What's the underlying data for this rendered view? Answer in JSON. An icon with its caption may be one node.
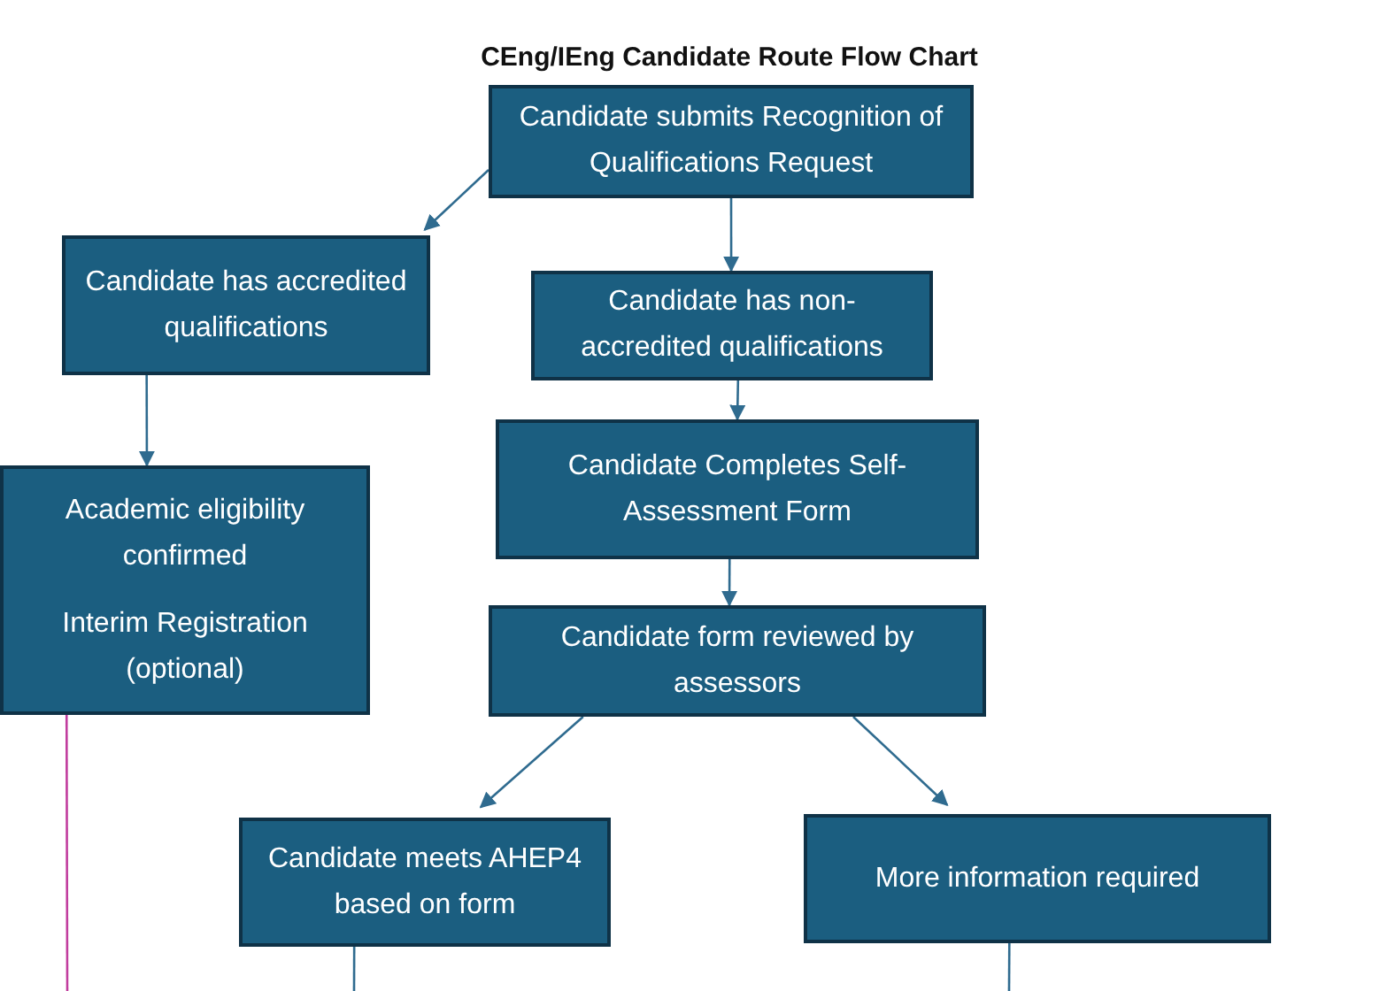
{
  "diagram": {
    "title": "CEng/IEng Candidate Route Flow Chart",
    "nodes": [
      {
        "text": [
          "Candidate submits Recognition of Qualifications Request"
        ]
      },
      {
        "text": [
          "Candidate has accredited qualifications"
        ]
      },
      {
        "text": [
          "Candidate has non-accredited qualifications"
        ]
      },
      {
        "text": [
          "Academic eligibility confirmed",
          "Interim Registration (optional)"
        ]
      },
      {
        "text": [
          "Candidate Completes Self-Assessment Form"
        ]
      },
      {
        "text": [
          "Candidate form reviewed by assessors"
        ]
      },
      {
        "text": [
          "Candidate meets AHEP4 based on form"
        ]
      },
      {
        "text": [
          "More information required"
        ]
      }
    ],
    "edges": [
      {
        "from": 0,
        "to": 1,
        "arrow": "to"
      },
      {
        "from": 0,
        "to": 2,
        "arrow": "to"
      },
      {
        "from": 1,
        "to": 3,
        "arrow": "to"
      },
      {
        "from": 2,
        "to": 4,
        "arrow": "to"
      },
      {
        "from": 4,
        "to": 5,
        "arrow": "to"
      },
      {
        "from": 5,
        "to": 6,
        "arrow": "to"
      },
      {
        "from": 5,
        "to": 7,
        "arrow": "to"
      },
      {
        "from": 3,
        "to": null,
        "arrow": "none",
        "color": "#c13d9e"
      },
      {
        "from": 6,
        "to": null,
        "arrow": "none"
      },
      {
        "from": 7,
        "to": null,
        "arrow": "none"
      }
    ]
  }
}
